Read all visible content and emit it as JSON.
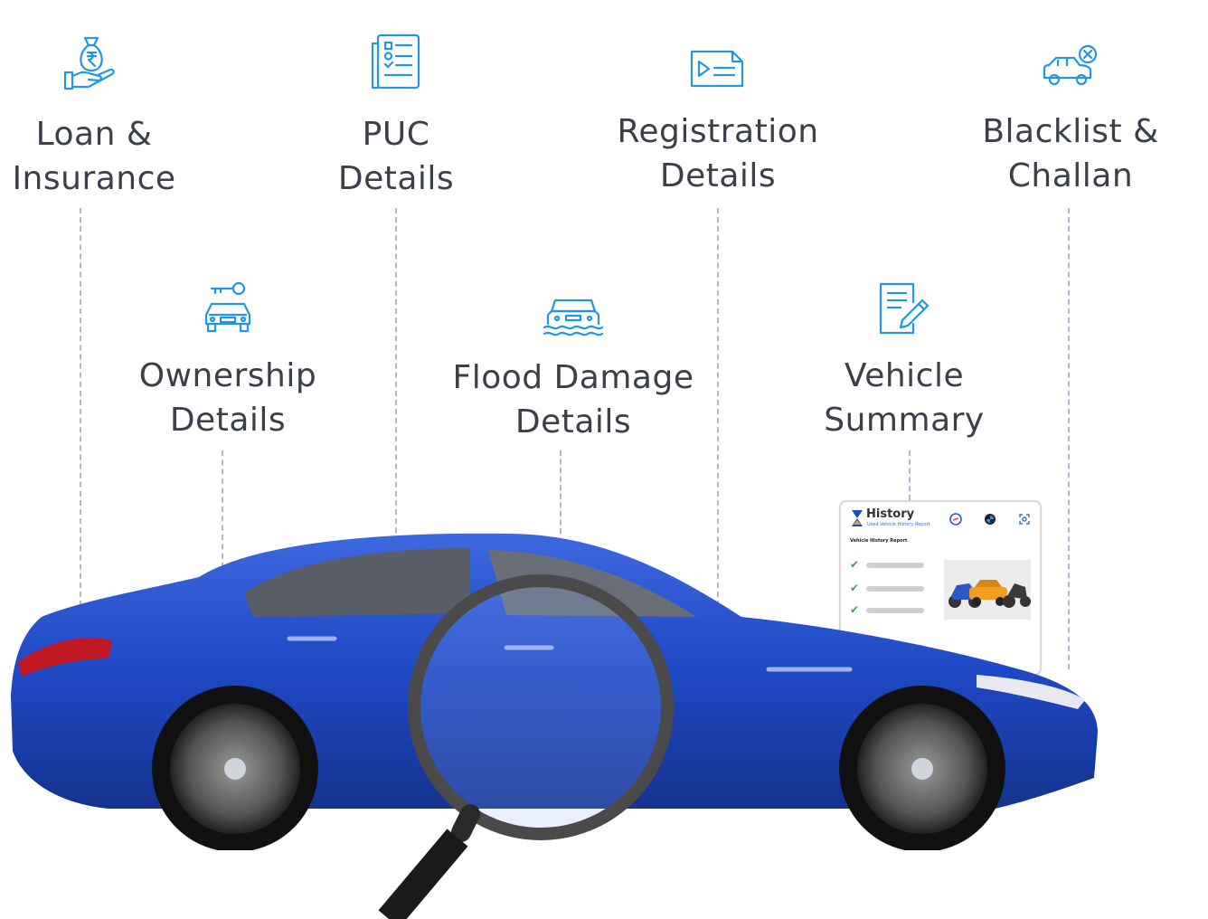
{
  "features": [
    {
      "id": "loan-insurance",
      "line1": "Loan &",
      "line2": "Insurance",
      "icon": "money-bag-hand-icon"
    },
    {
      "id": "puc",
      "line1": "PUC",
      "line2": "Details",
      "icon": "checklist-document-icon"
    },
    {
      "id": "registration",
      "line1": "Registration",
      "line2": "Details",
      "icon": "registration-card-icon"
    },
    {
      "id": "blacklist-challan",
      "line1": "Blacklist &",
      "line2": "Challan",
      "icon": "car-blocked-icon"
    },
    {
      "id": "ownership",
      "line1": "Ownership",
      "line2": "Details",
      "icon": "car-key-icon"
    },
    {
      "id": "flood-damage",
      "line1": "Flood Damage",
      "line2": "Details",
      "icon": "car-flood-icon"
    },
    {
      "id": "vehicle-summary",
      "line1": "Vehicle",
      "line2": "Summary",
      "icon": "document-edit-icon"
    }
  ],
  "report": {
    "brand": "History",
    "subtitle": "Used Vehicle History Report",
    "title": "Vehicle History Report"
  },
  "colors": {
    "icon": "#2196e3",
    "text": "#3a3f4a",
    "car": "#1f48c4",
    "connector": "#b4b4d2"
  }
}
